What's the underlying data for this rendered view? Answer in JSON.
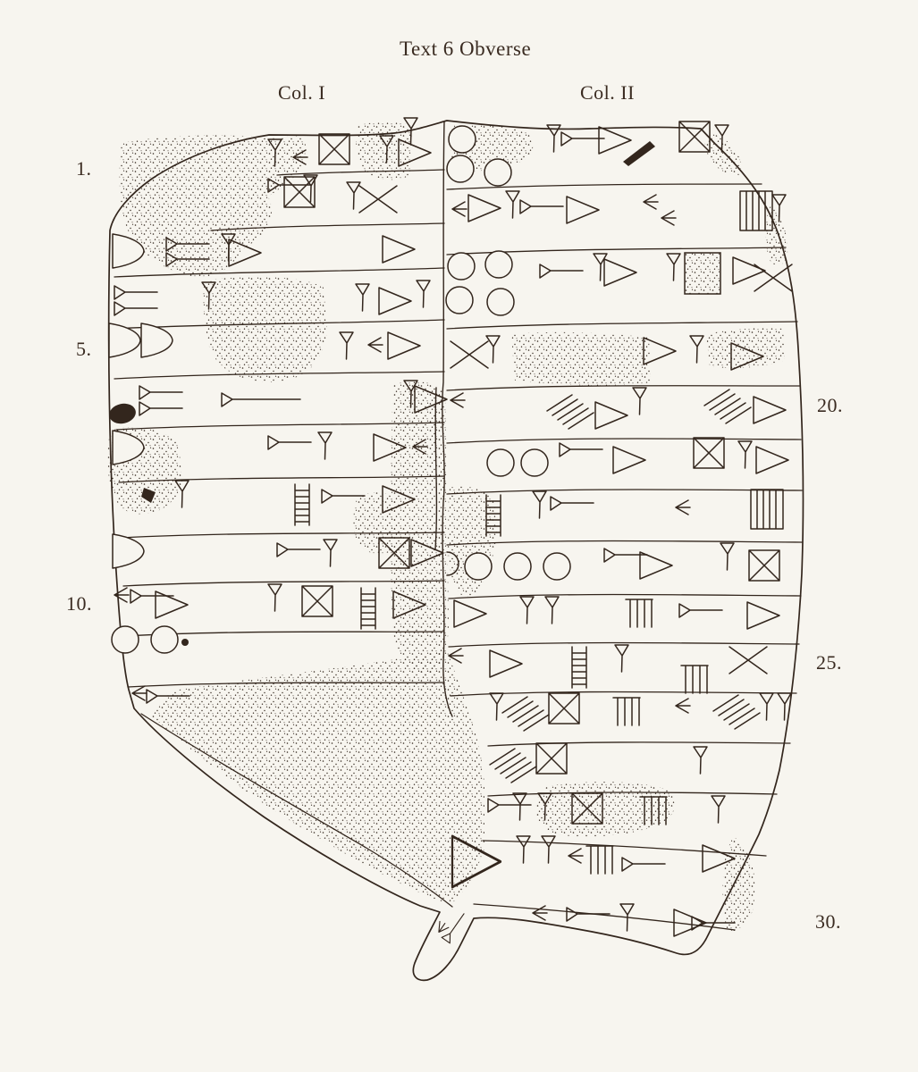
{
  "figure": {
    "title": "Text 6 Obverse",
    "columns": [
      {
        "label": "Col. I"
      },
      {
        "label": "Col. II"
      }
    ],
    "line_numbers_left": [
      {
        "label": "1."
      },
      {
        "label": "5."
      },
      {
        "label": "10."
      }
    ],
    "line_numbers_right": [
      {
        "label": "20."
      },
      {
        "label": "25."
      },
      {
        "label": "30."
      }
    ],
    "drawing_description": "Hand-drawn copy of the obverse of a two-column cuneiform tablet; broken surface areas rendered as stippling",
    "colors": {
      "paper": "#f7f5ef",
      "ink": "#33261d"
    }
  }
}
